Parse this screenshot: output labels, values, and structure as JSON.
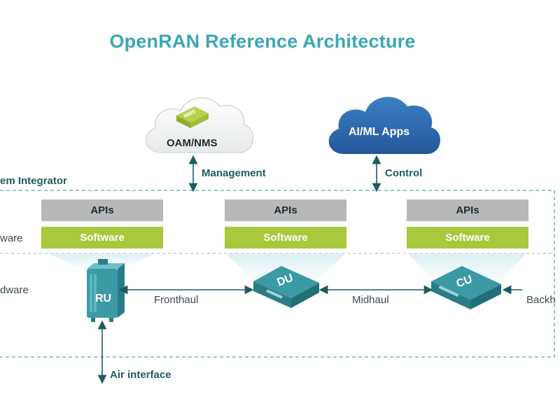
{
  "title": "OpenRAN Reference Architecture",
  "clouds": {
    "oam": {
      "label": "OAM/NMS",
      "badge": "NMS"
    },
    "aiml": {
      "label": "AI/ML Apps"
    }
  },
  "links": {
    "management": "Management",
    "control": "Control",
    "fronthaul": "Fronthaul",
    "midhaul": "Midhaul",
    "backhaul": "Backh",
    "air_interface": "Air interface"
  },
  "layers": {
    "system_integrator": "em Integrator",
    "software": "ware",
    "hardware": "dware"
  },
  "stacks": [
    {
      "apis": "APIs",
      "software": "Software"
    },
    {
      "apis": "APIs",
      "software": "Software"
    },
    {
      "apis": "APIs",
      "software": "Software"
    }
  ],
  "nodes": {
    "ru": "RU",
    "du": "DU",
    "cu": "CU"
  },
  "colors": {
    "title": "#3aa7b3",
    "teal_dark": "#1f5b63",
    "apis_gray": "#b6b8ba",
    "software_green": "#a7c93b",
    "cloud_blue": "#2e6db1",
    "device_teal": "#3b9aa6"
  }
}
